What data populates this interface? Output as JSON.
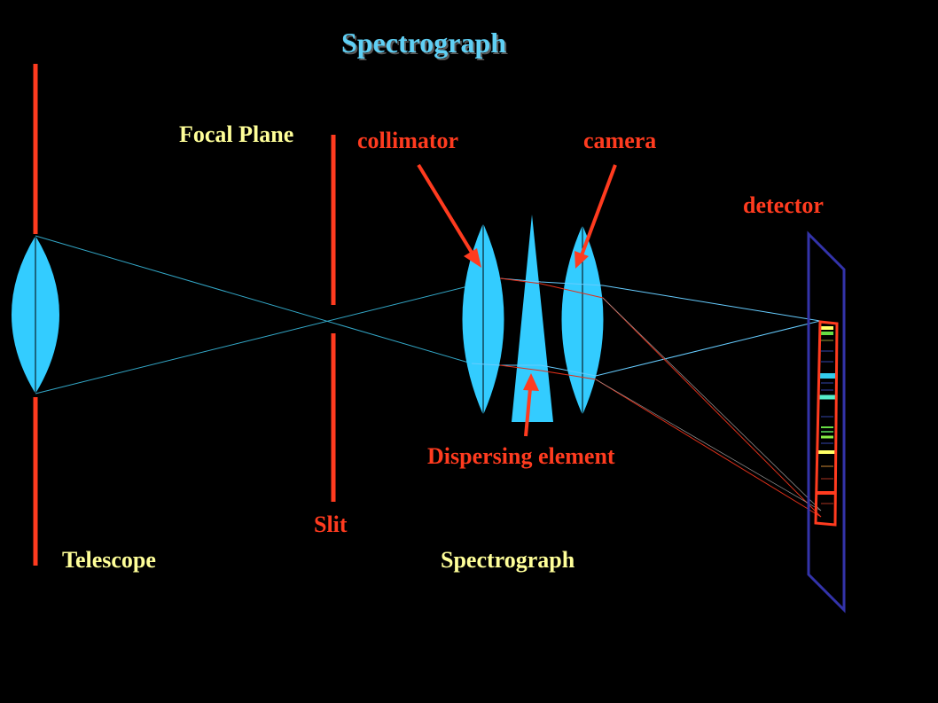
{
  "title": "Spectrograph",
  "labels": {
    "focal_plane": "Focal Plane",
    "collimator": "collimator",
    "camera": "camera",
    "detector": "detector",
    "dispersing_element": "Dispersing element",
    "slit": "Slit",
    "telescope": "Telescope",
    "spectrograph": "Spectrograph"
  },
  "colors": {
    "background": "#000000",
    "title": "#5fd0f5",
    "label_yellow": "#ffff99",
    "label_red": "#ff3b1f",
    "optic_fill": "#33ccff",
    "stop": "#ff3b1f",
    "ray_blue": "#66ccff",
    "ray_red": "#e0301a",
    "detector_frame": "#3333aa",
    "spectrum_frame": "#ff3b1f"
  }
}
